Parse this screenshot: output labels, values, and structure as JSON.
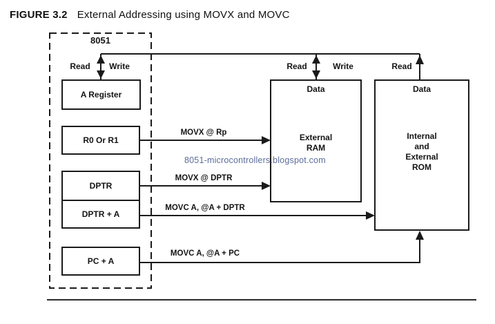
{
  "figure": {
    "label": "FIGURE 3.2",
    "title": "External Addressing using MOVX and MOVC"
  },
  "chip": {
    "name": "8051",
    "registers": {
      "a_register": "A Register",
      "r0_r1": "R0 Or R1",
      "dptr": "DPTR",
      "dptr_a": "DPTR + A",
      "pc_a": "PC + A"
    }
  },
  "memories": {
    "ram": {
      "port_label": "Data",
      "name": "External\nRAM"
    },
    "rom": {
      "port_label": "Data",
      "name": "Internal\nand\nExternal\nROM"
    }
  },
  "bus_labels": {
    "a_read": "Read",
    "a_write": "Write",
    "ram_read": "Read",
    "ram_write": "Write",
    "rom_read": "Read"
  },
  "instructions": {
    "movx_rp": "MOVX @ Rp",
    "movx_dptr": "MOVX @ DPTR",
    "movc_dptr": "MOVC A, @A + DPTR",
    "movc_pc": "MOVC A, @A + PC"
  },
  "watermark": {
    "text": "8051-microcontrollers.blogspot.com",
    "color": "#5c6d99"
  },
  "colors": {
    "ink": "#1a1a1a",
    "rule": "#2a2a2a"
  }
}
